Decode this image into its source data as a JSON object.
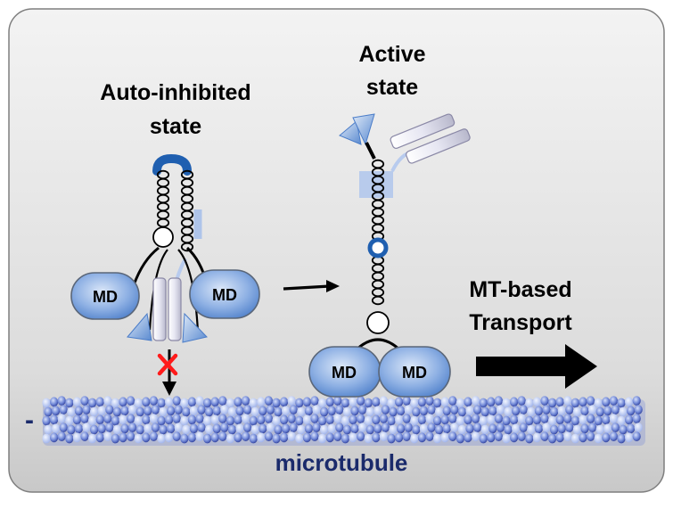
{
  "labels": {
    "auto_line1": "Auto-inhibited",
    "auto_line2": "state",
    "active_line1": "Active",
    "active_line2": "state",
    "transport_line1": "MT-based",
    "transport_line2": "Transport",
    "microtubule": "microtubule",
    "minus_end": "-",
    "motor_domain": "MD"
  },
  "colors": {
    "background_top": "#f2f2f2",
    "background_bottom": "#c9c9c9",
    "border": "#7f7f7f",
    "motor_fill": "#5b8fd6",
    "motor_fill_light": "#bcd3f0",
    "hinge": "#1f5fb0",
    "microtubule_dark": "#2e3f9a",
    "microtubule_light": "#b9c8ef",
    "text_dark": "#000000",
    "text_microtubule": "#1a2a6b",
    "block_mark": "#ff0000"
  },
  "icons": {
    "block": "red-x-icon",
    "arrow_down": "arrow-down-icon",
    "arrow_transition": "arrow-right-icon",
    "arrow_transport": "big-arrow-right-icon"
  }
}
